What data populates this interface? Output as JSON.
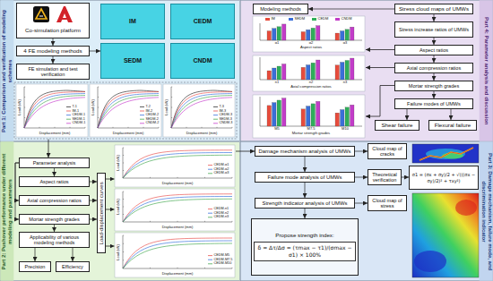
{
  "diagram": {
    "nodes": [
      {
        "text": [
          "Part 1: Comparison and verification of modeling schemes"
        ]
      },
      {
        "text": [
          "Co-simulation platform"
        ],
        "in": 0
      },
      {
        "text": [
          "4 FE modeling methods"
        ],
        "in": 0
      },
      {
        "text": [
          "FE simulation and test verification"
        ],
        "in": 0
      },
      {
        "text": [
          "IM"
        ],
        "in": 0
      },
      {
        "text": [
          "CEDM"
        ],
        "in": 0
      },
      {
        "text": [
          "SEDM"
        ],
        "in": 0
      },
      {
        "text": [
          "CNDM"
        ],
        "in": 0
      },
      {
        "text": [
          "Part 2: Pushover performance under different modeling and parameters"
        ]
      },
      {
        "text": [
          "Parameter analysis"
        ],
        "in": 8
      },
      {
        "text": [
          "Aspect ratios"
        ],
        "in": 8
      },
      {
        "text": [
          "Axial compression ratios"
        ],
        "in": 8
      },
      {
        "text": [
          "Mortar strength grades"
        ],
        "in": 8
      },
      {
        "text": [
          "Applicability of various modeling methods"
        ],
        "in": 8
      },
      {
        "text": [
          "Precision"
        ],
        "in": 8
      },
      {
        "text": [
          "Efficiency"
        ],
        "in": 8
      },
      {
        "text": [
          "Load-displacement curves"
        ],
        "in": 8
      },
      {
        "text": [
          "Part 3: Damage mechanism, failure mode, and discrimination indicator"
        ]
      },
      {
        "text": [
          "Damage mechanism analysis of UMWs"
        ],
        "in": 17
      },
      {
        "text": [
          "Failure mode analysis of UMWs"
        ],
        "in": 17
      },
      {
        "text": [
          "Strength indicator analysis of UMWs"
        ],
        "in": 17
      },
      {
        "text": [
          "Propose strength index:",
          "δ = Δτ/Δσ = (τmax − τ1)/(σmax − σ1) × 100%"
        ],
        "in": 17
      },
      {
        "text": [
          "Cloud map of cracks"
        ],
        "in": 17
      },
      {
        "text": [
          "Theoretical verification"
        ],
        "in": 17
      },
      {
        "text": [
          "σ1 = (σx + σy)/2 + √(((σx − σy)/2)² + τxy²)"
        ],
        "in": 17
      },
      {
        "text": [
          "Cloud map of stress"
        ],
        "in": 17
      },
      {
        "text": [
          "Part 4: Parameter analysis and discussion"
        ]
      },
      {
        "text": [
          "Modeling methods"
        ],
        "in": 26
      },
      {
        "text": [
          "Stress cloud maps of UMWs"
        ],
        "in": 26
      },
      {
        "text": [
          "Stress increase ratios of UMWs"
        ],
        "in": 26
      },
      {
        "text": [
          "Aspect ratios"
        ],
        "in": 26
      },
      {
        "text": [
          "Axial compression ratios"
        ],
        "in": 26
      },
      {
        "text": [
          "Mortar strength grades"
        ],
        "in": 26
      },
      {
        "text": [
          "Failure modes of UMWs"
        ],
        "in": 26
      },
      {
        "text": [
          "Shear failure"
        ],
        "in": 26
      },
      {
        "text": [
          "Flexural failure"
        ],
        "in": 26
      }
    ],
    "edges": [
      {
        "from": 1,
        "to": 2,
        "arrow": "to"
      },
      {
        "from": 2,
        "to": 3,
        "arrow": "to"
      },
      {
        "from": 2,
        "to": 6,
        "arrow": "to"
      },
      {
        "from": 9,
        "to": 10,
        "arrow": "to"
      },
      {
        "from": 9,
        "to": 11,
        "arrow": "to"
      },
      {
        "from": 9,
        "to": 12,
        "arrow": "to"
      },
      {
        "from": 12,
        "to": 13,
        "arrow": "to"
      },
      {
        "from": 13,
        "to": 14,
        "arrow": "to"
      },
      {
        "from": 13,
        "to": 15,
        "arrow": "to"
      },
      {
        "from": 10,
        "to": 16,
        "arrow": "to"
      },
      {
        "from": 11,
        "to": 16,
        "arrow": "to"
      },
      {
        "from": 12,
        "to": 16,
        "arrow": "to"
      },
      {
        "from": 18,
        "to": 19,
        "arrow": "to"
      },
      {
        "from": 19,
        "to": 20,
        "arrow": "to"
      },
      {
        "from": 20,
        "to": 21,
        "arrow": "to"
      },
      {
        "from": 18,
        "to": 22,
        "arrow": "to"
      },
      {
        "from": 19,
        "to": 23,
        "arrow": "to"
      },
      {
        "from": 23,
        "to": 24,
        "arrow": "to"
      },
      {
        "from": 20,
        "to": 25,
        "arrow": "to"
      },
      {
        "from": 28,
        "to": 27,
        "arrow": "to"
      },
      {
        "from": 28,
        "to": 29,
        "arrow": "to"
      },
      {
        "from": 29,
        "to": 30,
        "arrow": "to"
      },
      {
        "from": 30,
        "to": 31,
        "arrow": "to"
      },
      {
        "from": 31,
        "to": 32,
        "arrow": "to"
      },
      {
        "from": 32,
        "to": 33,
        "arrow": "to"
      },
      {
        "from": 33,
        "to": 34,
        "arrow": "to"
      },
      {
        "from": 33,
        "to": 35,
        "arrow": "to"
      }
    ],
    "labels": [
      "Load (kN)",
      "Displacement (mm)",
      "T-1",
      "IM-1",
      "CEDM-1",
      "SEDM-1",
      "CNDM-1",
      "Load (kN)",
      "Displacement (mm)",
      "T-2",
      "IM-2",
      "CEDM-2",
      "SEDM-2",
      "CNDM-2",
      "Load (kN)",
      "Displacement (mm)",
      "T-3",
      "IM-3",
      "CEDM-3",
      "SEDM-3",
      "CNDM-3",
      "α1",
      "α2",
      "α3",
      "Aspect ratios",
      "n1",
      "n2",
      "n3",
      "Axial compression ratios",
      "M5",
      "M7.5",
      "M10",
      "Mortar strength grades",
      "Load (kN)",
      "Displacement (mm)",
      "CEDM-α1",
      "CEDM-α2",
      "CEDM-α3",
      "Load (kN)",
      "Displacement (mm)",
      "CEDM-n1",
      "CEDM-n2",
      "CEDM-n3",
      "Load (kN)",
      "Displacement (mm)",
      "CEDM-M5",
      "CEDM-M7.5",
      "CEDM-M10"
    ],
    "legend": [
      {
        "text": "IM",
        "color": "#e74c3c"
      },
      {
        "text": "SEDM",
        "color": "#3a6fd8"
      },
      {
        "text": "CEDM",
        "color": "#2fae5a"
      },
      {
        "text": "CNDM",
        "color": "#c23cc8"
      }
    ]
  }
}
